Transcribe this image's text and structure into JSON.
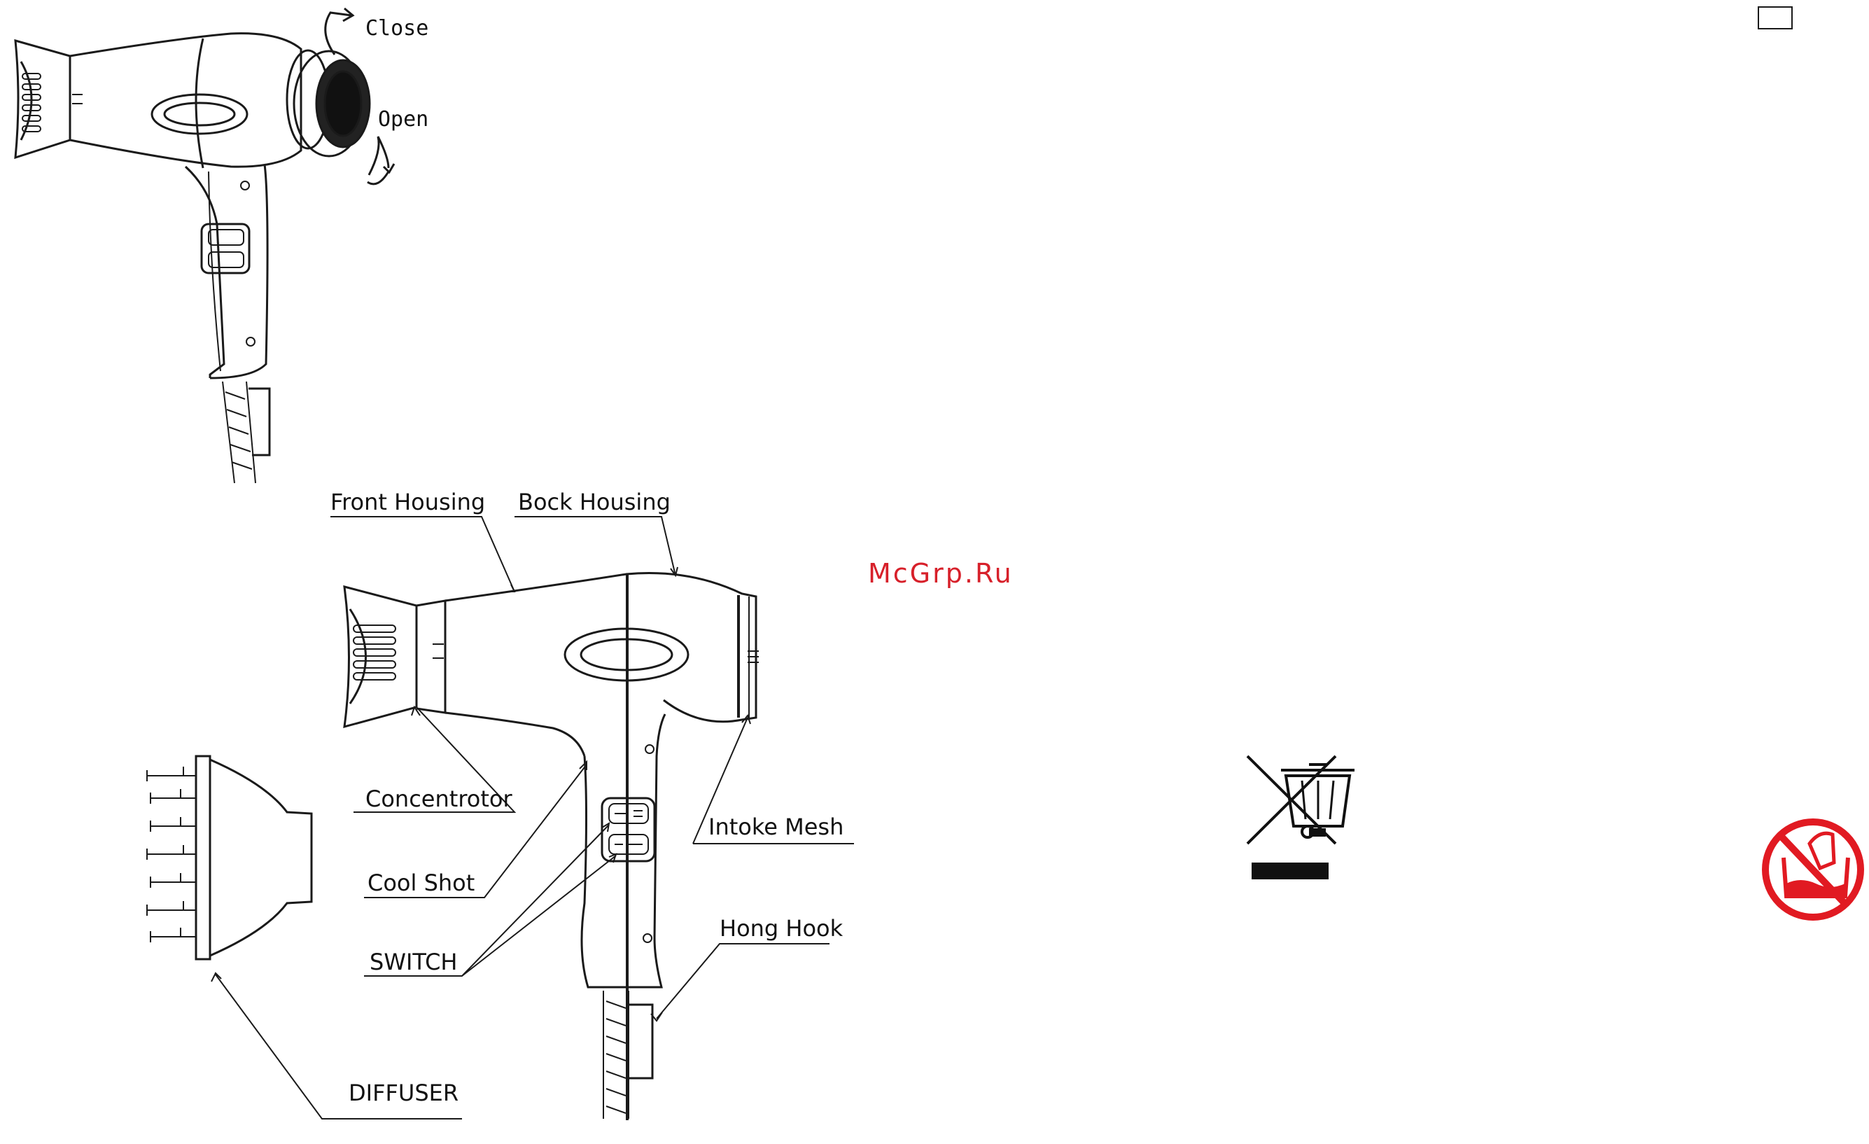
{
  "top_diagram": {
    "close_label": "Close",
    "open_label": "Open"
  },
  "main_diagram": {
    "labels": {
      "front_housing": "Front Housing",
      "back_housing": "Bock Housing",
      "concentrator": "Concentrotor",
      "intake_mesh": "Intoke Mesh",
      "cool_shot": "Cool Shot",
      "switch": "SWITCH",
      "hang_hook": "Hong Hook",
      "diffuser": "DIFFUSER"
    }
  },
  "watermark": "McGrp.Ru",
  "icons": {
    "weee": "crossed-out-wheelie-bin-icon",
    "no_water": "no-bath-water-icon",
    "checkbox": "small-box-icon"
  },
  "colors": {
    "line": "#1a1a1a",
    "watermark": "#d7202a",
    "warning_red": "#e11a22"
  }
}
